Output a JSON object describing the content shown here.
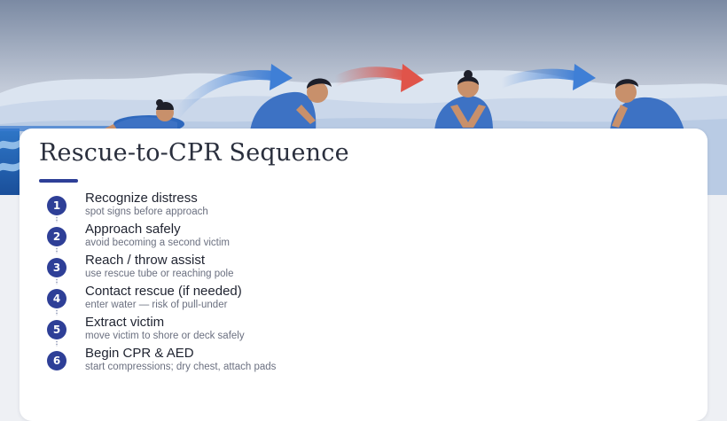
{
  "title": "Rescue-to-CPR Sequence",
  "colors": {
    "accent": "#2e3f97",
    "arrow_blue": "#4a86d8",
    "arrow_red": "#e0544a",
    "shirt": "#3d72c4"
  },
  "hero_icons": [
    "swimmer-icon",
    "rescuer-kneeling-icon",
    "compressions-icon",
    "rescuer-leaning-icon"
  ],
  "steps": [
    {
      "number": "1",
      "title": "Recognize distress",
      "desc": "spot signs before approach"
    },
    {
      "number": "2",
      "title": "Approach safely",
      "desc": "avoid becoming a second victim"
    },
    {
      "number": "3",
      "title": "Reach / throw assist",
      "desc": "use rescue tube or reaching pole"
    },
    {
      "number": "4",
      "title": "Contact rescue (if needed)",
      "desc": "enter water — risk of pull-under"
    },
    {
      "number": "5",
      "title": "Extract victim",
      "desc": "move victim to shore or deck safely"
    },
    {
      "number": "6",
      "title": "Begin CPR & AED",
      "desc": "start compressions; dry chest, attach pads"
    }
  ]
}
